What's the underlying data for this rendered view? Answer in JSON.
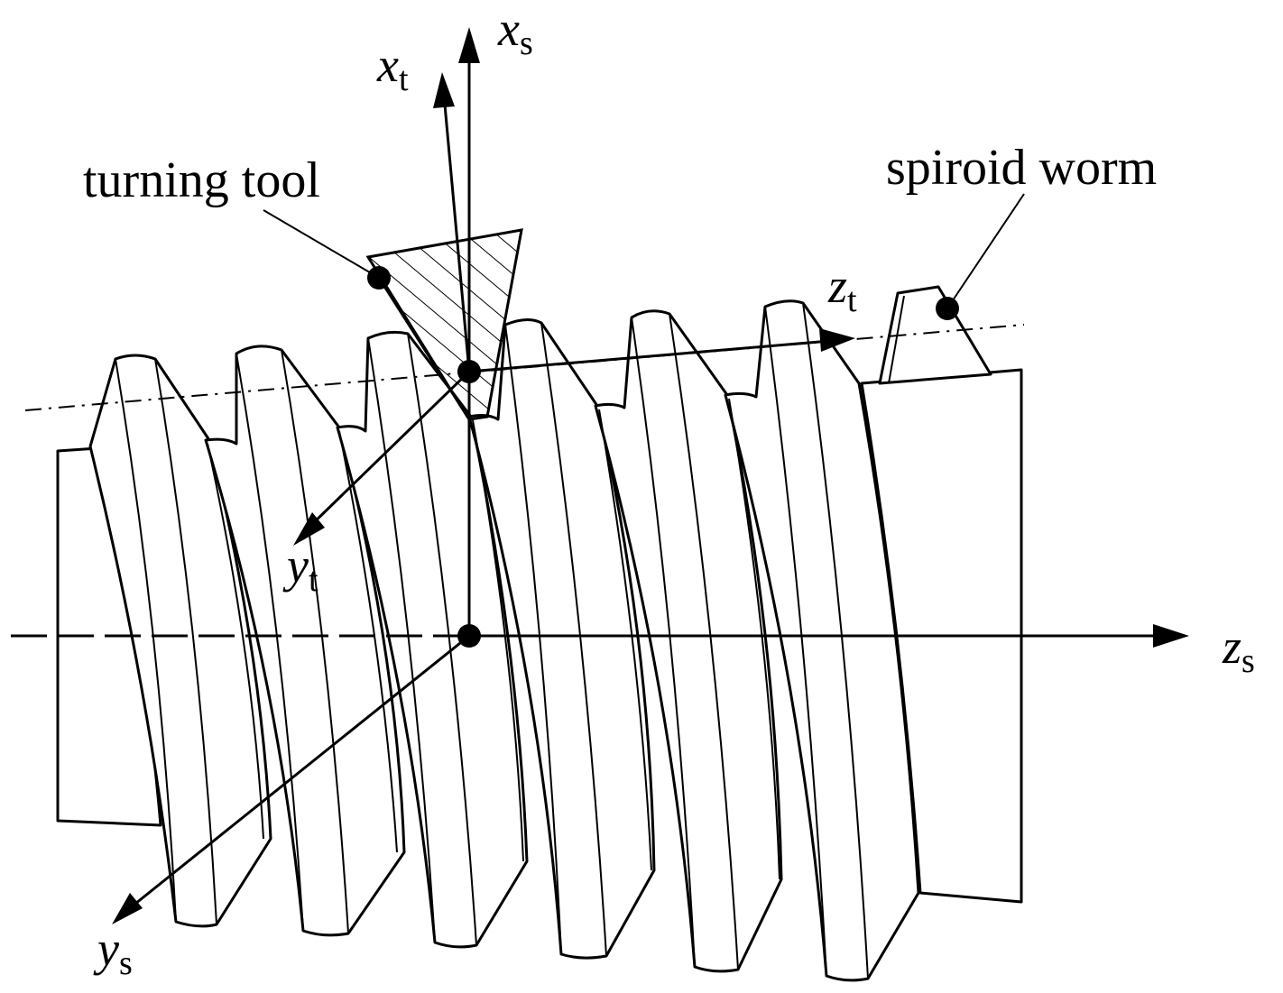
{
  "labels": {
    "turning_tool": "turning tool",
    "spiroid_worm": "spiroid worm"
  },
  "axes": {
    "xs": {
      "symbol": "x",
      "subscript": "s"
    },
    "xt": {
      "symbol": "x",
      "subscript": "t"
    },
    "ys": {
      "symbol": "y",
      "subscript": "s"
    },
    "yt": {
      "symbol": "y",
      "subscript": "t"
    },
    "zs": {
      "symbol": "z",
      "subscript": "s"
    },
    "zt": {
      "symbol": "z",
      "subscript": "t"
    }
  },
  "colors": {
    "stroke": "#000000",
    "background": "#ffffff"
  }
}
